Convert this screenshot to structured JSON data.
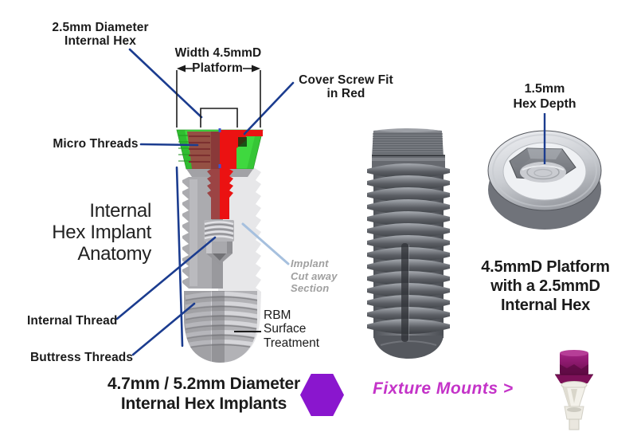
{
  "figure": {
    "title": {
      "line1": "Internal",
      "line2": "Hex Implant",
      "line3": "Anatomy"
    },
    "callouts": {
      "internal_hex_diameter": {
        "line1": "2.5mm Diameter",
        "line2": "Internal Hex"
      },
      "platform_width": {
        "line1": "Width 4.5mmD",
        "line2": "Platform"
      },
      "cover_screw": {
        "line1": "Cover Screw Fit",
        "line2": "in Red"
      },
      "micro_threads": "Micro Threads",
      "internal_thread": "Internal Thread",
      "buttress_threads": "Buttress Threads",
      "cutaway_note": {
        "line1": "Implant",
        "line2": "Cut away",
        "line3": "Section"
      },
      "rbm_note": {
        "line1": "RBM",
        "line2": "Surface",
        "line3": "Treatment"
      },
      "hex_depth": {
        "line1": "1.5mm",
        "line2": "Hex Depth"
      }
    },
    "captions": {
      "implants": {
        "line1": "4.7mm / 5.2mm Diameter",
        "line2": "Internal Hex Implants"
      },
      "platform": {
        "line1": "4.5mmD Platform",
        "line2": "with a 2.5mmD",
        "line3": "Internal Hex"
      }
    },
    "link": {
      "fixture_mounts": "Fixture Mounts >"
    },
    "icons": {
      "hexagon": "hexagon-icon",
      "fixture_mount": "fixture-mount-illustration",
      "cutaway_implant": "cutaway-implant-illustration",
      "implant_render": "implant-render-illustration",
      "implant_top_view": "implant-top-view-illustration"
    },
    "colors": {
      "leader_line_navy": "#1b3c8f",
      "leader_line_light": "#a6c0de",
      "cover_screw_red": "#eb1212",
      "collar_green": "#3fd83f",
      "hexagon_purple": "#8a16ce",
      "fixture_link_magenta": "#c433c8",
      "note_gray": "#9f9f9f"
    }
  }
}
